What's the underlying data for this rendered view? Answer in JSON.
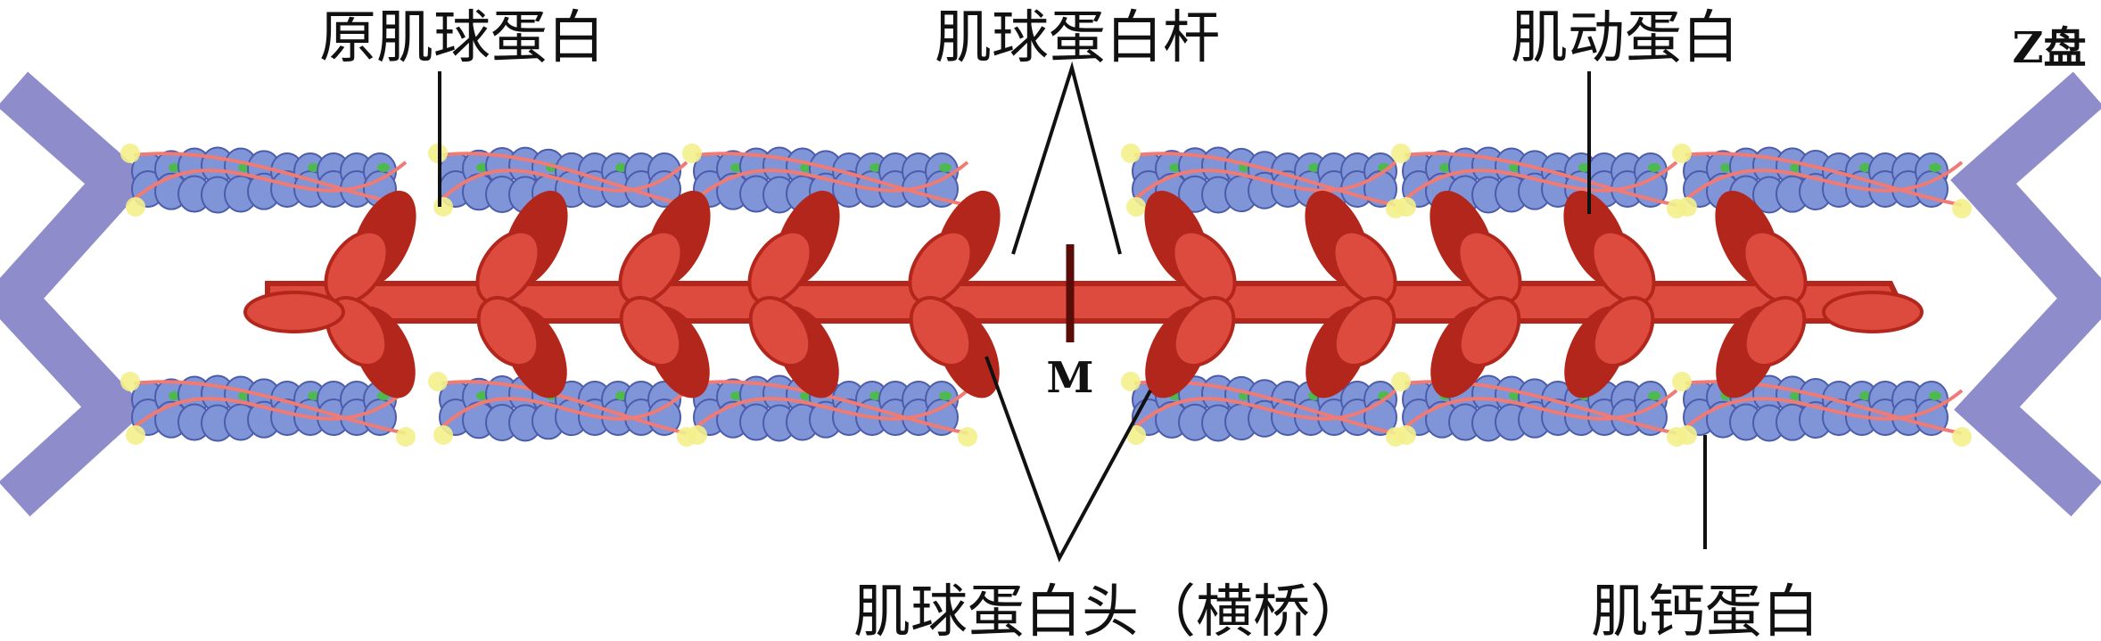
{
  "labels": {
    "tropomyosin": "原肌球蛋白",
    "myosin_rod": "肌球蛋白杆",
    "actin": "肌动蛋白",
    "z_disc": "Z盘",
    "m_line": "M",
    "myosin_head": "肌球蛋白头（横桥）",
    "troponin": "肌钙蛋白"
  },
  "colors": {
    "z_disc": "#8e8cca",
    "actin": "#8095d8",
    "actin_stroke": "#4b5cab",
    "tropomyosin": "#f07a74",
    "troponin": "#f3f08c",
    "actin_site": "#4dba4d",
    "myosin": "#dd4a3e",
    "myosin_dark": "#b3261c"
  }
}
